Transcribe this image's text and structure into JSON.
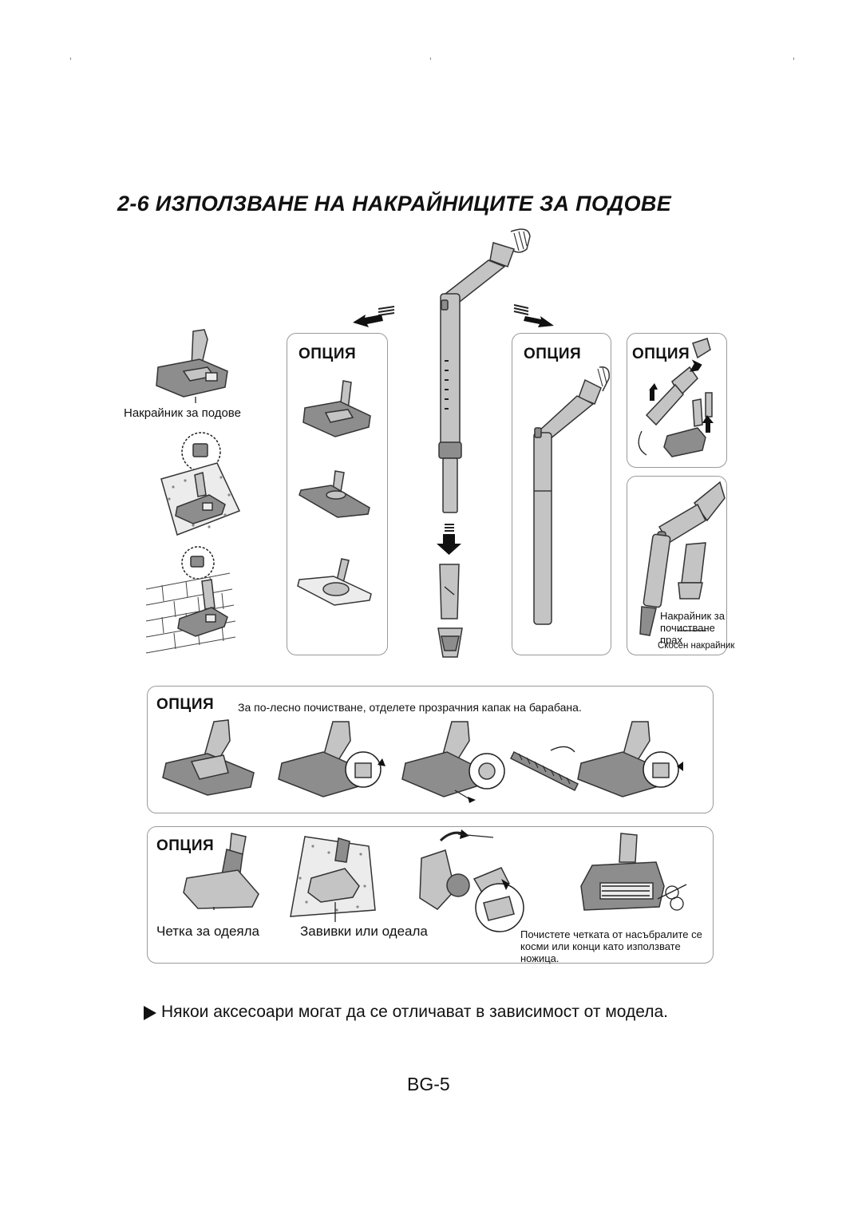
{
  "section_title": "2-6 ИЗПОЛЗВАНЕ НА НАКРАЙНИЦИТЕ ЗА ПОДОВЕ",
  "labels": {
    "floor_nozzle": "Накрайник за подове",
    "option": "ОПЦИЯ",
    "dust_nozzle": "Накрайник за почистване прах",
    "crevice_nozzle": "Скосен накрайник",
    "drum_cover_tip": "За по-лесно почистване, отделете прозрачния капак на барабана.",
    "bed_brush": "Четка за одеяла",
    "rugs_blankets": "Завивки или одеала",
    "clean_brush_tip": "Почистете четката от насъбралите се косми или конци като използвате ножица."
  },
  "footer": {
    "note": "Някои аксесоари могат да се отличават в зависимост от модела.",
    "page_number": "BG-5"
  },
  "icons": [
    "arrow-down-left-icon",
    "arrow-down-right-icon",
    "arrow-down-icon",
    "arrow-up-icon",
    "rotate-arrow-icon",
    "bullet-triangle-icon"
  ]
}
